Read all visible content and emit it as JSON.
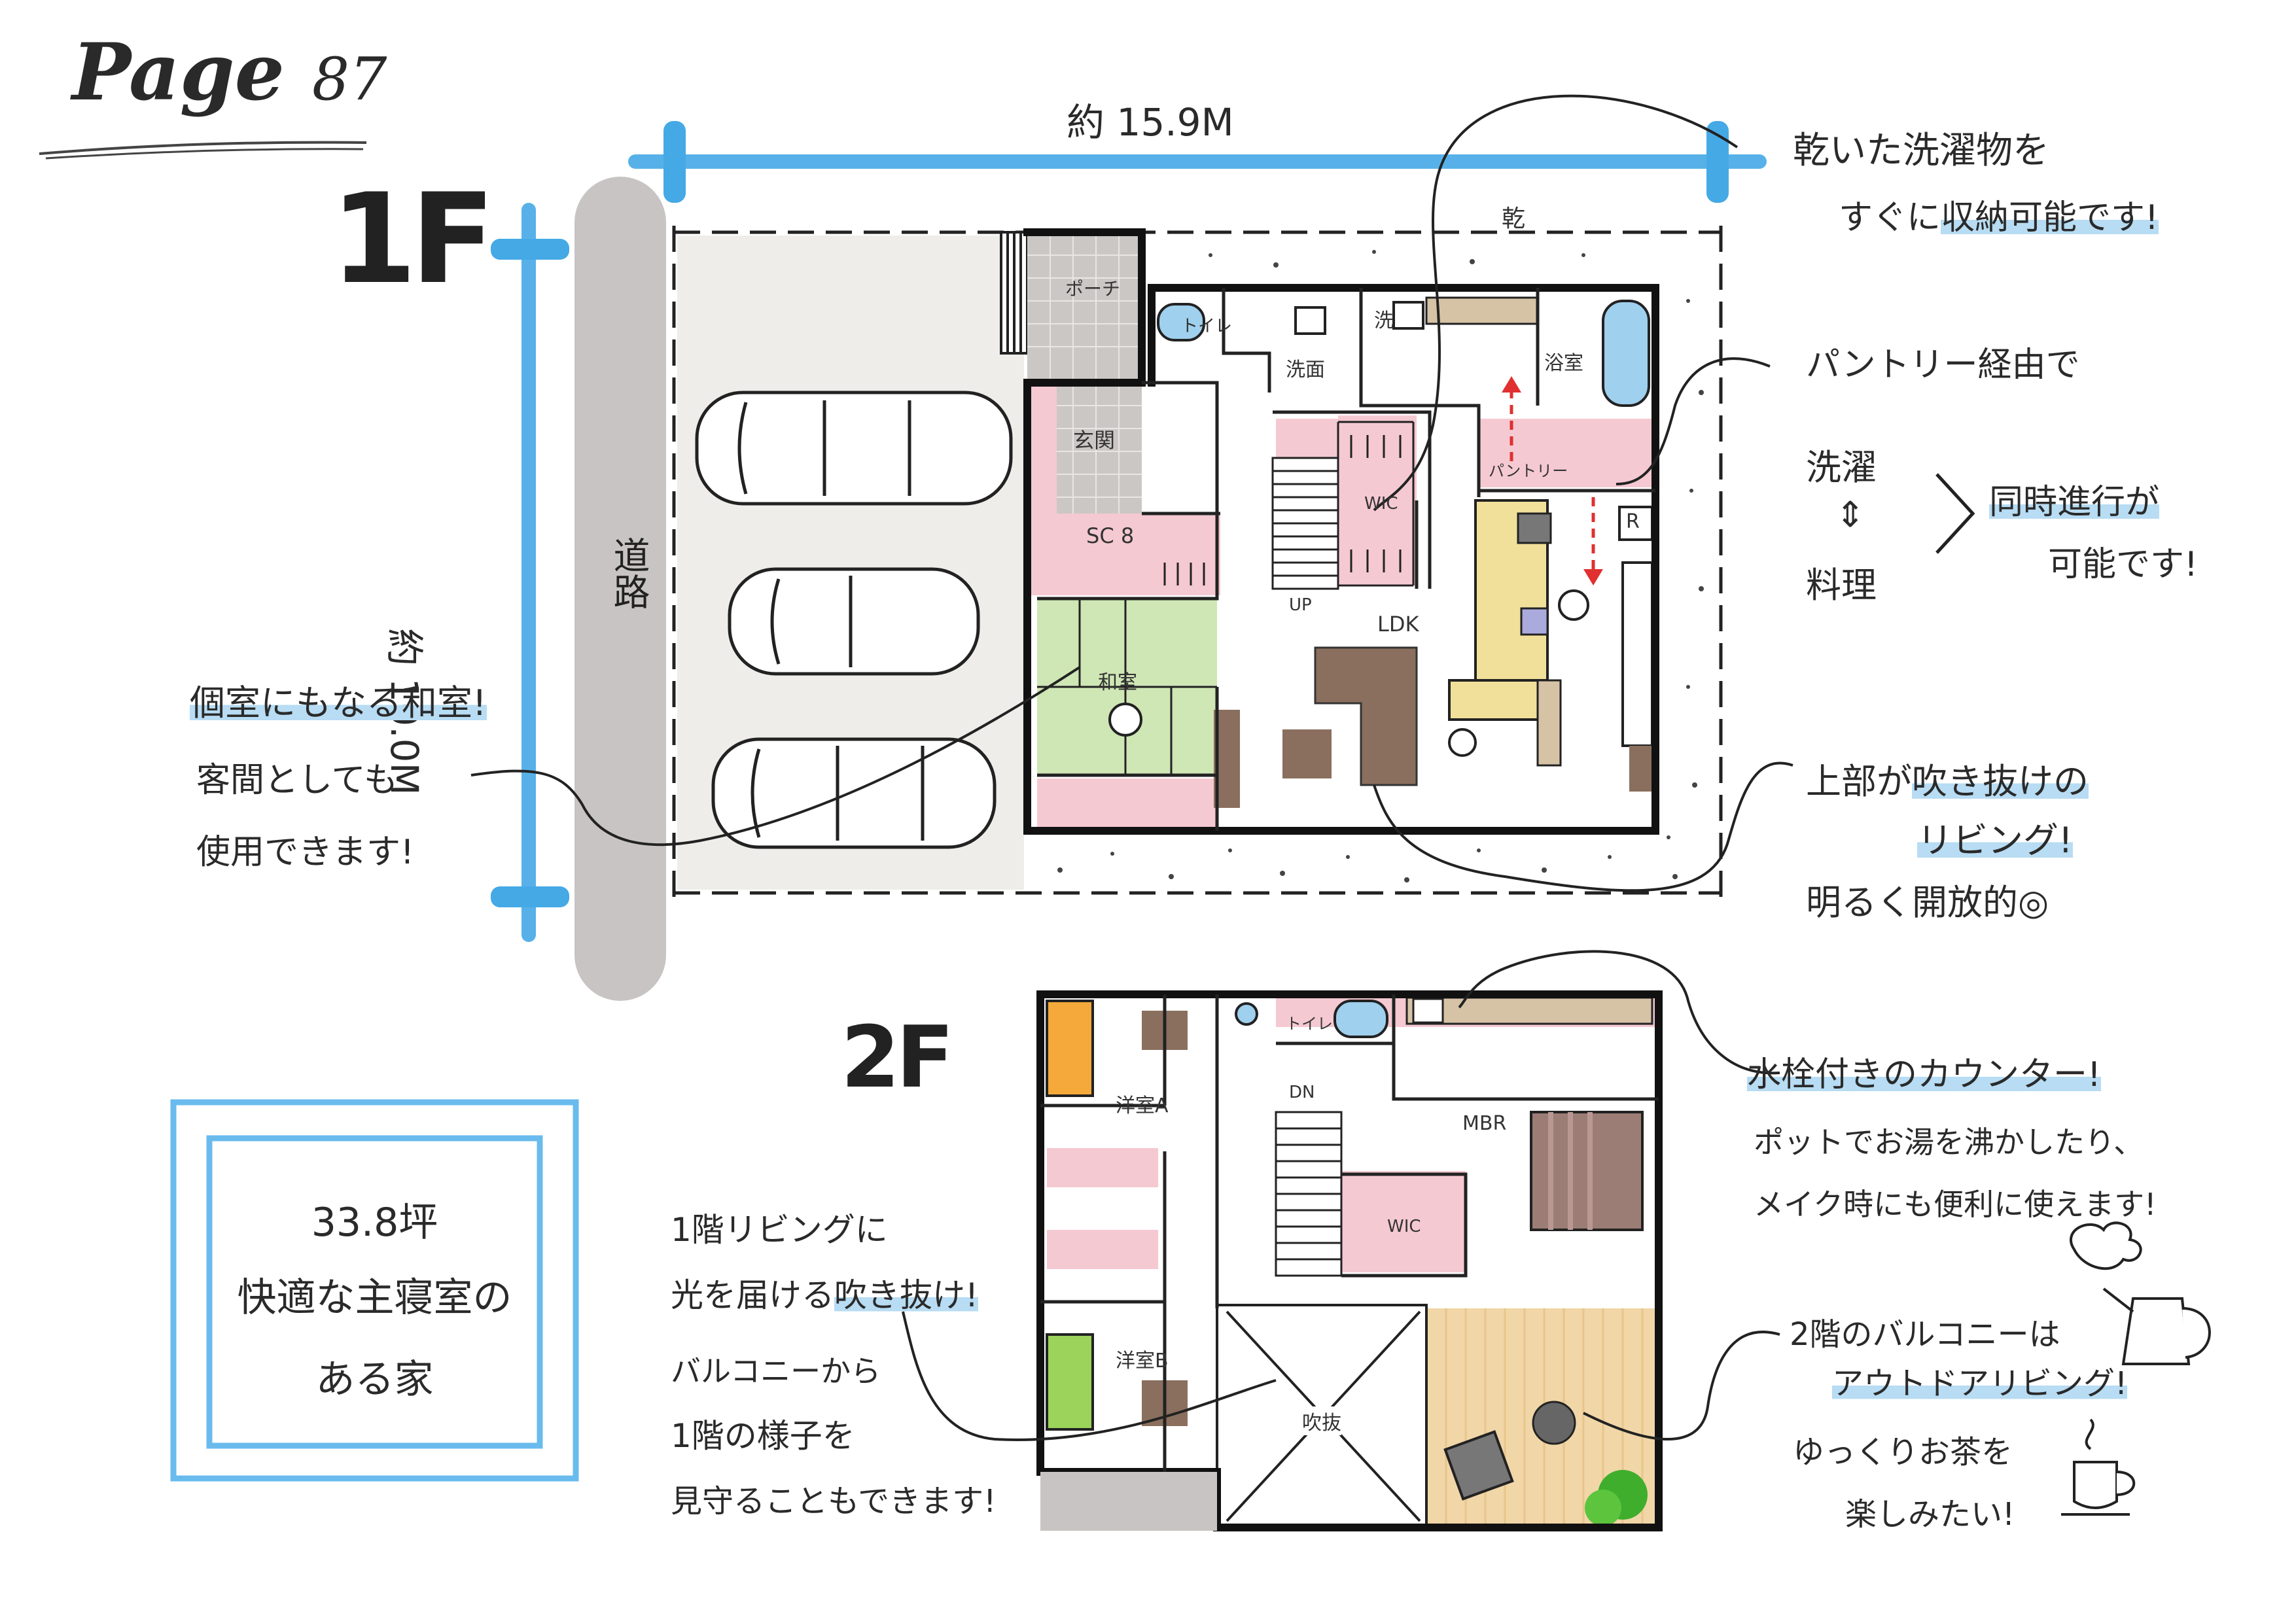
{
  "page": {
    "prefix": "Page",
    "number": "87"
  },
  "floors": {
    "first": "1F",
    "second": "2F"
  },
  "dimensions": {
    "width": "約 15.9M",
    "depth": "約 10.0M"
  },
  "road": "道路",
  "summary": {
    "area": "33.8坪",
    "line1": "快適な主寝室の",
    "line2": "ある家"
  },
  "rooms_1f": {
    "porch": "ポーチ",
    "toilet": "トイレ",
    "washroom": "洗面",
    "laundry": "洗",
    "dry": "乾",
    "bath": "浴室",
    "entrance": "玄関",
    "pantry": "パントリー",
    "sc": "SC 8",
    "wic": "WIC",
    "fridge": "R",
    "up": "UP",
    "ldk": "LDK",
    "washitsu": "和室"
  },
  "rooms_2f": {
    "youshitsu_a": "洋室A",
    "toilet": "トイレ",
    "dn": "DN",
    "mbr": "MBR",
    "wic": "WIC",
    "youshitsu_b": "洋室B",
    "fukinuke": "吹抜"
  },
  "notes": {
    "laundry": {
      "line1": "乾いた洗濯物を",
      "line2_pre": "すぐに",
      "line2_hl": "収納可能です!"
    },
    "pantry": {
      "line1": "パントリー経由で",
      "wash": "洗濯",
      "arrow": "⇕",
      "cook": "料理",
      "line2_hl": "同時進行が",
      "line3": "可能です!"
    },
    "washitsu": {
      "line1_hl": "個室にもなる和室!",
      "line2": "客間としても",
      "line3": "使用できます!"
    },
    "living": {
      "line1_pre": "上部が",
      "line1_hl": "吹き抜けの",
      "line2_hl": "リビング!",
      "line3": "明るく開放的◎"
    },
    "counter": {
      "line1_hl": "水栓付きのカウンター!",
      "line2": "ポットでお湯を沸かしたり、",
      "line3": "メイク時にも便利に使えます!"
    },
    "void": {
      "line1": "1階リビングに",
      "line2_pre": "光を届ける",
      "line2_hl": "吹き抜け!",
      "line3": "バルコニーから",
      "line4": "1階の様子を",
      "line5": "見守ることもできます!"
    },
    "balcony": {
      "line1": "2階のバルコニーは",
      "line2_hl": "アウトドアリビング!",
      "line3": "ゆっくりお茶を",
      "line4": "楽しみたい!"
    }
  },
  "colors": {
    "accent_blue": "#3fa6e4",
    "highlight": "#b7dcf3",
    "pink": "#f5c9d2",
    "tatami": "#cfe6b5",
    "floor_gray": "#efedea",
    "road": "#c9c4c4",
    "brown": "#8a6f5e",
    "balcony": "#f1d6a8"
  }
}
